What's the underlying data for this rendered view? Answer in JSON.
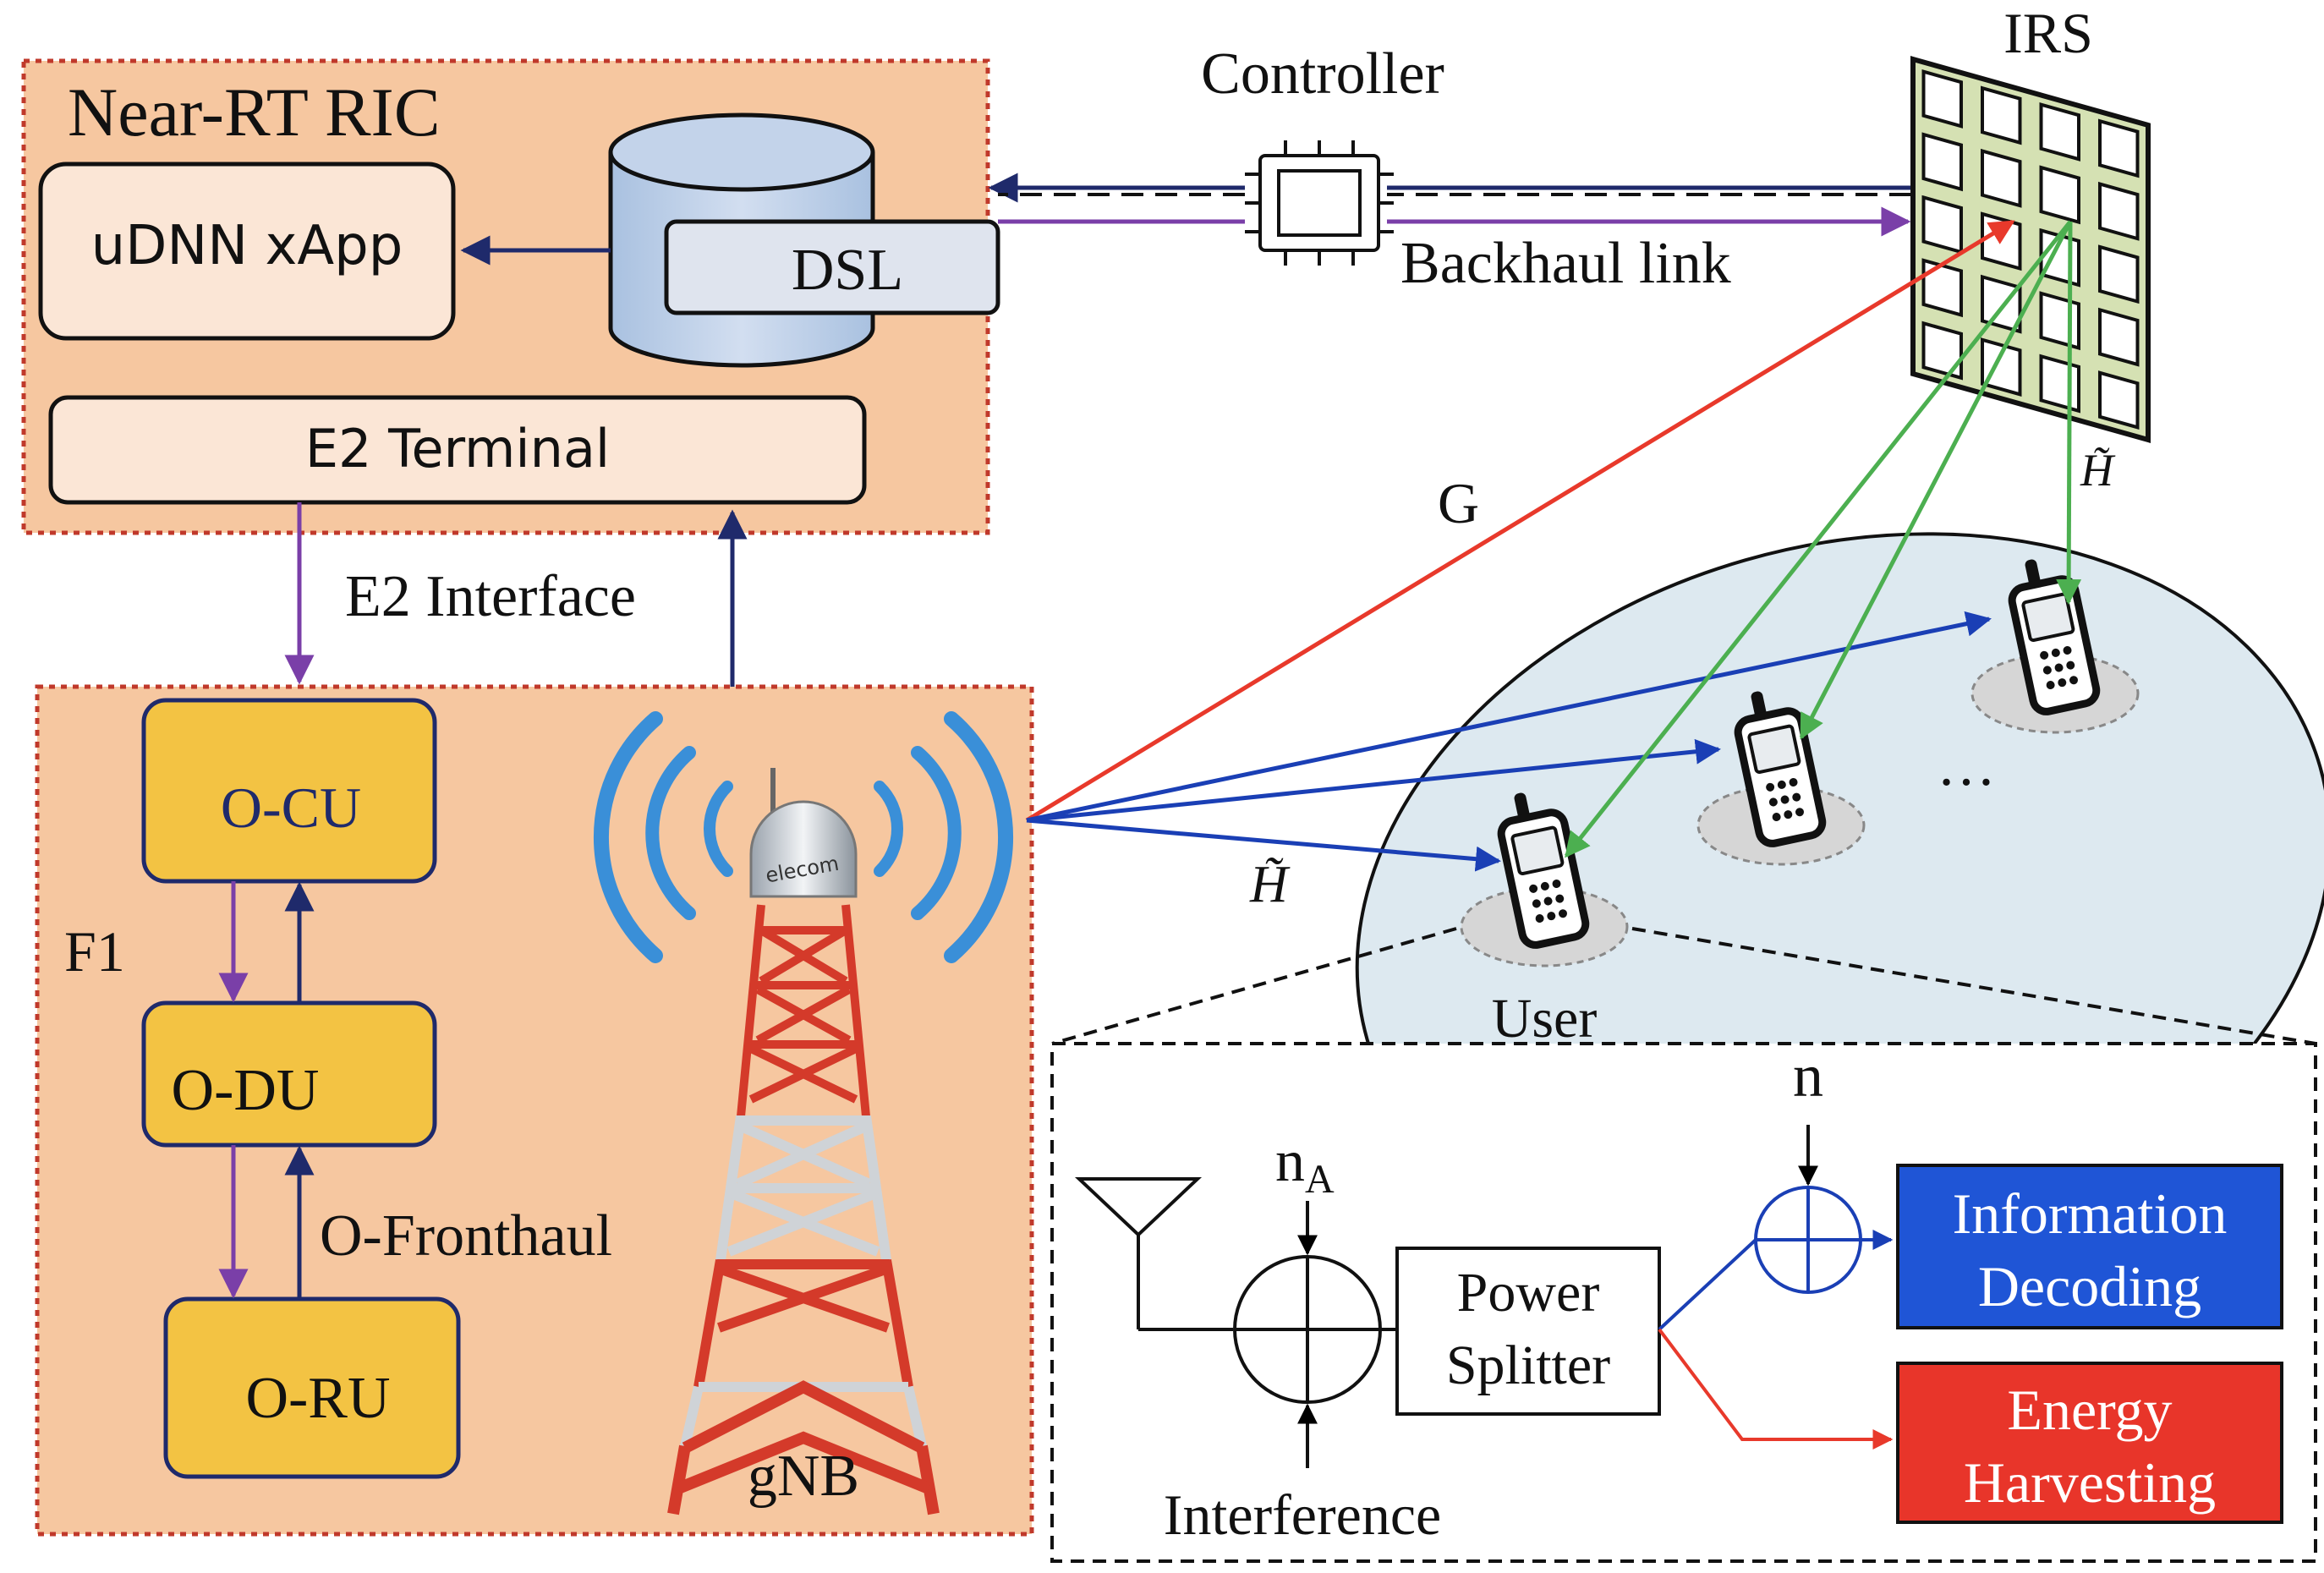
{
  "ric": {
    "title": "Near-RT RIC",
    "udnn_label": "uDNN xApp",
    "dsl_label": "DSL",
    "e2_terminal_label": "E2 Terminal"
  },
  "e2_interface_label": "E2 Interface",
  "controller_label": "Controller",
  "backhaul_label": "Backhaul link",
  "irs_label": "IRS",
  "gnb": {
    "ocu_label": "O-CU",
    "odu_label": "O-DU",
    "oru_label": "O-RU",
    "f1_label": "F1",
    "fronthaul_label": "O-Fronthaul",
    "gnb_label": "gNB",
    "tower_text": "elecom"
  },
  "channels": {
    "g_label": "G",
    "h_irs_label": "H̃",
    "h_bs_label": "H̃"
  },
  "users": {
    "user_label": "User",
    "ellipsis": "…"
  },
  "receiver": {
    "n_label": "n",
    "na_label": "n",
    "na_sub": "A",
    "power_splitter_line1": "Power",
    "power_splitter_line2": "Splitter",
    "interference_label": "Interference",
    "info_line1": "Information",
    "info_line2": "Decoding",
    "energy_line1": "Energy",
    "energy_line2": "Harvesting"
  },
  "colors": {
    "panel_fill": "#f6c7a0",
    "panel_border": "#c0392b",
    "block_fill": "#f3c343",
    "block_border": "#1f2a6b",
    "ric_box_fill": "#fbe6d6",
    "arrow_navy": "#1f2a6b",
    "arrow_purple": "#7a3fa8",
    "arrow_red": "#e8392b",
    "arrow_green": "#4caf50",
    "arrow_blue": "#1a3fb5",
    "info_fill": "#1f55d6",
    "energy_fill": "#e8352a",
    "ellipse_fill": "#dde9f0",
    "irs_fill": "#d5e1b3"
  }
}
